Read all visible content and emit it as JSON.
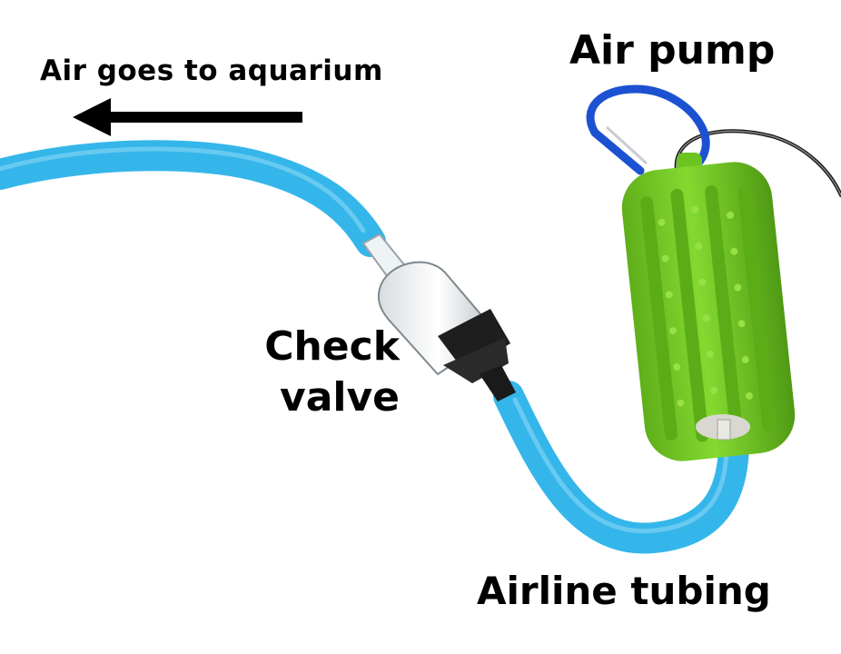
{
  "labels": {
    "direction": "Air goes to aquarium",
    "pump": "Air pump",
    "check_line1": "Check",
    "check_line2": "valve",
    "tubing": "Airline tubing"
  },
  "colors": {
    "tubing": "#35b6ea",
    "pump_body": "#79d12b",
    "pump_shadow": "#4e9c14",
    "carabiner": "#1c52d2",
    "valve_band": "#1e1e1e",
    "arrow": "#000000",
    "background": "#ffffff"
  },
  "icons": {
    "arrow": "left-arrow-icon",
    "pump": "air-pump-icon",
    "valve": "check-valve-icon",
    "carabiner": "carabiner-icon"
  }
}
